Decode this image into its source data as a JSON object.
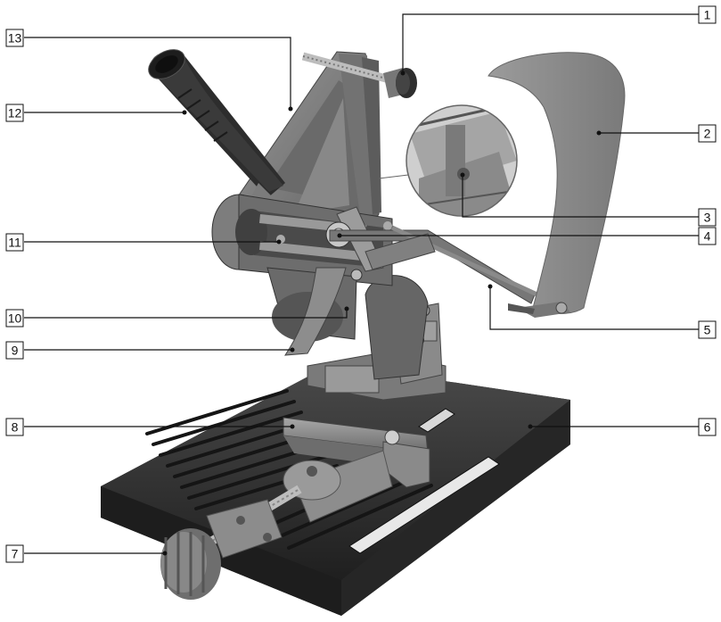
{
  "callouts": [
    {
      "id": "1",
      "label": "1"
    },
    {
      "id": "2",
      "label": "2"
    },
    {
      "id": "3",
      "label": "3"
    },
    {
      "id": "4",
      "label": "4"
    },
    {
      "id": "5",
      "label": "5"
    },
    {
      "id": "6",
      "label": "6"
    },
    {
      "id": "7",
      "label": "7"
    },
    {
      "id": "8",
      "label": "8"
    },
    {
      "id": "9",
      "label": "9"
    },
    {
      "id": "10",
      "label": "10"
    },
    {
      "id": "11",
      "label": "11"
    },
    {
      "id": "12",
      "label": "12"
    },
    {
      "id": "13",
      "label": "13"
    }
  ],
  "colors": {
    "metal_dark": "#2e2e2e",
    "metal_mid": "#7d7d7d",
    "metal_light": "#a9a9a9",
    "guard": "#8f8f8f",
    "grip": "#2a2a2a",
    "leader": "#111111"
  }
}
